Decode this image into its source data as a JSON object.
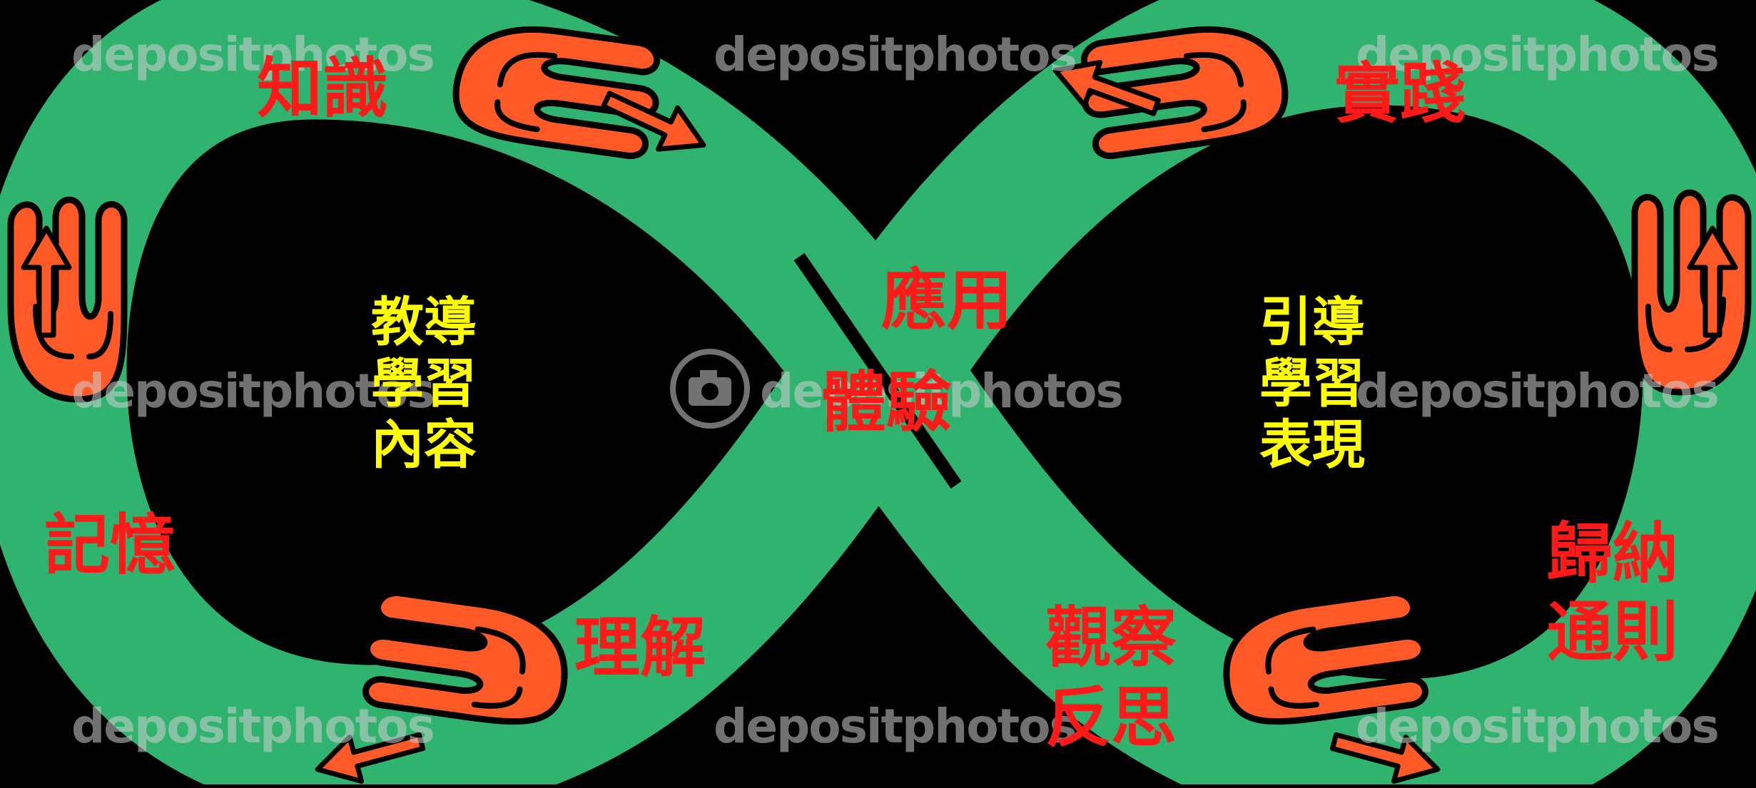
{
  "colors": {
    "background": "#000000",
    "loop": "#2fb36f",
    "hand": "#ff5a28",
    "outline": "#000000",
    "stage_label": "#ff1a1a",
    "center_text": "#ffff00"
  },
  "icons": [
    "open-hand-icon",
    "arrow-icon",
    "camera-icon"
  ],
  "stages": {
    "knowledge": "知識",
    "practice": "實踐",
    "memory": "記憶",
    "understanding": "理解",
    "application": "應用",
    "experience": "體驗",
    "observation": "觀察",
    "reflection": "反思",
    "induction": "歸納",
    "generalization": "通則"
  },
  "left_center": {
    "lines": [
      "教導",
      "學習",
      "內容"
    ]
  },
  "right_center": {
    "lines": [
      "引導",
      "學習",
      "表現"
    ]
  },
  "watermark": "depositphotos"
}
